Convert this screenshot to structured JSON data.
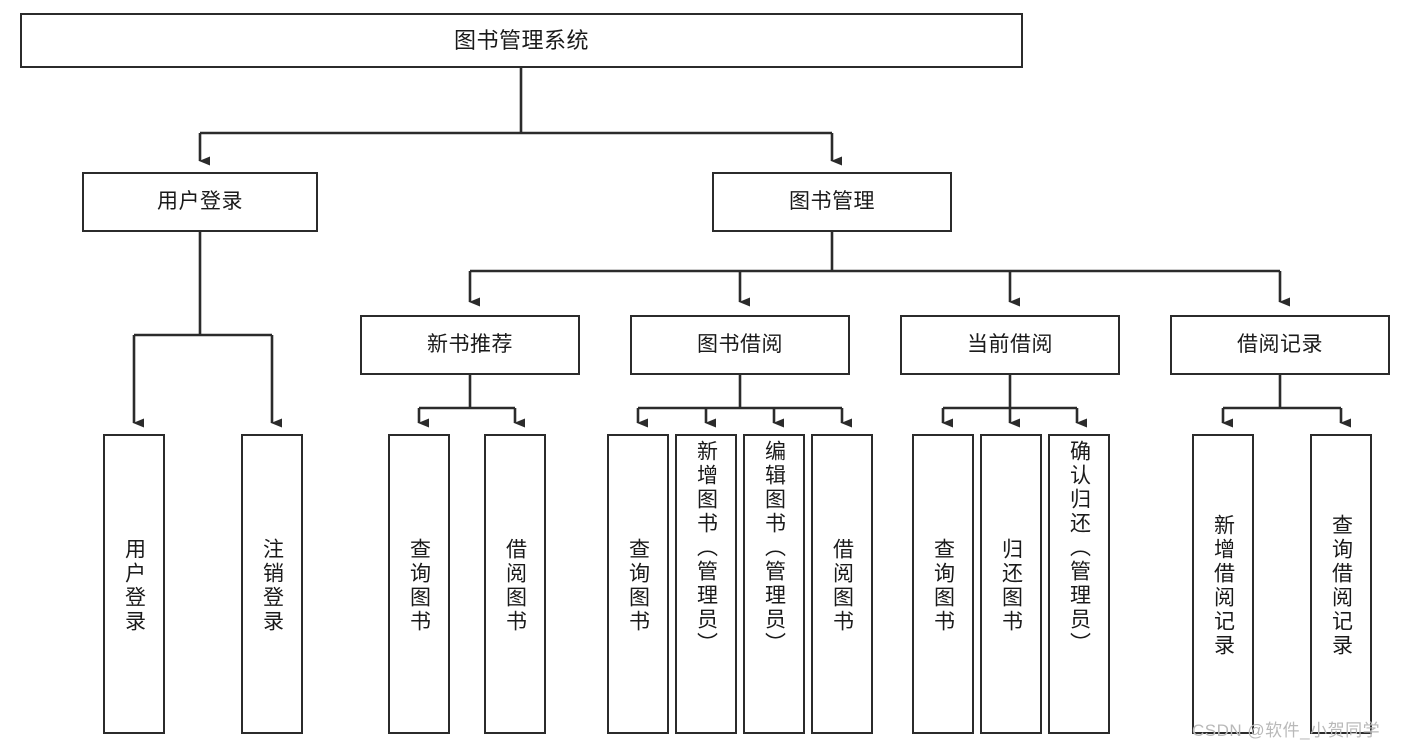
{
  "diagram": {
    "title": "图书管理系统",
    "watermark": "CSDN @软件_小贺同学",
    "colors": {
      "stroke": "#2b2b2b",
      "fill": "#ffffff",
      "text": "#1a1a1a",
      "watermark": "#b9b9b9"
    },
    "nodes": {
      "root": "图书管理系统",
      "level1": [
        "用户登录",
        "图书管理"
      ],
      "level2": [
        "新书推荐",
        "图书借阅",
        "当前借阅",
        "借阅记录"
      ],
      "leaves": {
        "user_login": [
          "用户登录",
          "注销登录"
        ],
        "new_book": [
          "查询图书",
          "借阅图书"
        ],
        "book_borrow": [
          "查询图书",
          "新增图书（管理员）",
          "编辑图书（管理员）",
          "借阅图书"
        ],
        "current_borrow": [
          "查询图书",
          "归还图书",
          "确认归还（管理员）"
        ],
        "borrow_record": [
          "新增借阅记录",
          "查询借阅记录"
        ]
      }
    }
  }
}
